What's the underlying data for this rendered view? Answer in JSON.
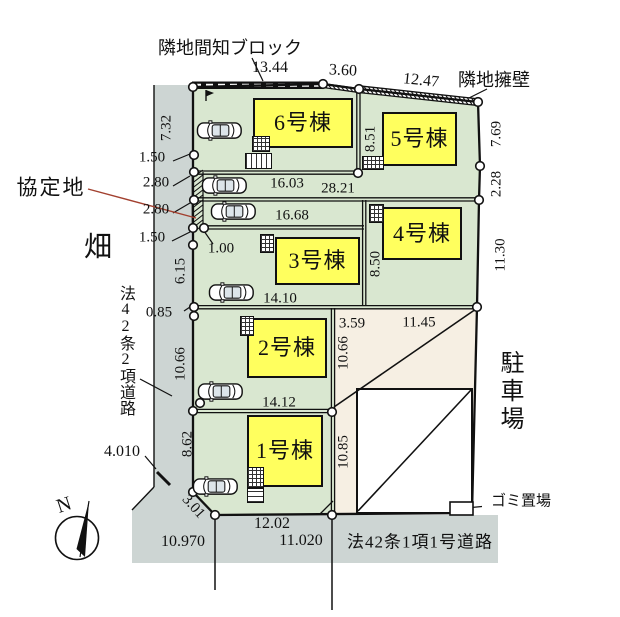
{
  "labels": {
    "top_wall": "隣地間知ブロック",
    "right_wall": "隣地擁壁",
    "agreement_land": "協定地",
    "field": "畑",
    "west_road": "法42条2項道路",
    "south_road": "法42条1項1号道路",
    "parking": "駐車場",
    "garbage": "ゴミ置場",
    "compass_north": "N"
  },
  "buildings": [
    {
      "label": "1号棟"
    },
    {
      "label": "2号棟"
    },
    {
      "label": "3号棟"
    },
    {
      "label": "4号棟"
    },
    {
      "label": "5号棟"
    },
    {
      "label": "6号棟"
    }
  ],
  "dims": {
    "top": [
      "13.44",
      "3.60",
      "12.47"
    ],
    "left": [
      "7.32",
      "1.50",
      "2.80",
      "2.80",
      "1.50",
      "1.00",
      "6.15",
      "0.85",
      "10.66",
      "8.62",
      "4.010",
      "3.01"
    ],
    "right": [
      "7.69",
      "2.28",
      "11.30"
    ],
    "middle": [
      "16.03",
      "28.21",
      "16.68",
      "8.51",
      "8.50",
      "14.10",
      "3.59",
      "11.45",
      "10.66",
      "10.85",
      "14.12"
    ],
    "bottom": [
      "12.02",
      "11.020",
      "10.970"
    ]
  },
  "icons": {
    "car": "car-top-view-icon",
    "compass": "north-arrow-compass",
    "flag": "benchmark-flag"
  },
  "colors": {
    "lot_green": "#d9e7d0",
    "building_yellow": "#ffff5e",
    "road_gray": "#cdd5d3",
    "parking_cream": "#f6efe3",
    "leader_red": "#a2402f",
    "line_black": "#111111"
  }
}
